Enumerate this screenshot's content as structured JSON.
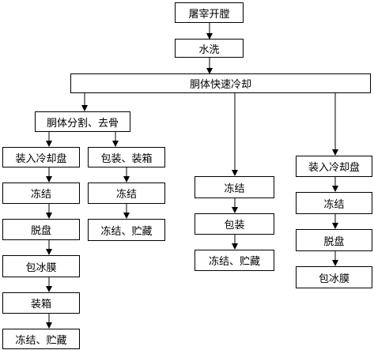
{
  "diagram": {
    "nodes": {
      "slaughter": "屠宰开膛",
      "wash": "水洗",
      "chill": "胴体快速冷却",
      "cut": "胴体分割、去骨",
      "tray1": "装入冷却盘",
      "freeze1": "冻结",
      "unpan1": "脱盘",
      "glaze1": "包冰膜",
      "box1": "装箱",
      "store1": "冻结、贮藏",
      "pack2": "包装、装箱",
      "freeze2": "冻结",
      "store2": "冻结、贮藏",
      "freeze3": "冻结",
      "pack3": "包装",
      "store3": "冻结、贮藏",
      "tray4": "装入冷却盘",
      "freeze4": "冻结",
      "unpan4": "脱盘",
      "glaze4": "包冰膜"
    },
    "edges": [
      [
        "slaughter",
        "wash"
      ],
      [
        "wash",
        "chill"
      ],
      [
        "chill",
        "cut"
      ],
      [
        "chill",
        "freeze3"
      ],
      [
        "chill",
        "tray4"
      ],
      [
        "cut",
        "tray1"
      ],
      [
        "cut",
        "pack2"
      ],
      [
        "tray1",
        "freeze1"
      ],
      [
        "freeze1",
        "unpan1"
      ],
      [
        "unpan1",
        "glaze1"
      ],
      [
        "glaze1",
        "box1"
      ],
      [
        "box1",
        "store1"
      ],
      [
        "pack2",
        "freeze2"
      ],
      [
        "freeze2",
        "store2"
      ],
      [
        "freeze3",
        "pack3"
      ],
      [
        "pack3",
        "store3"
      ],
      [
        "tray4",
        "freeze4"
      ],
      [
        "freeze4",
        "unpan4"
      ],
      [
        "unpan4",
        "glaze4"
      ]
    ]
  }
}
